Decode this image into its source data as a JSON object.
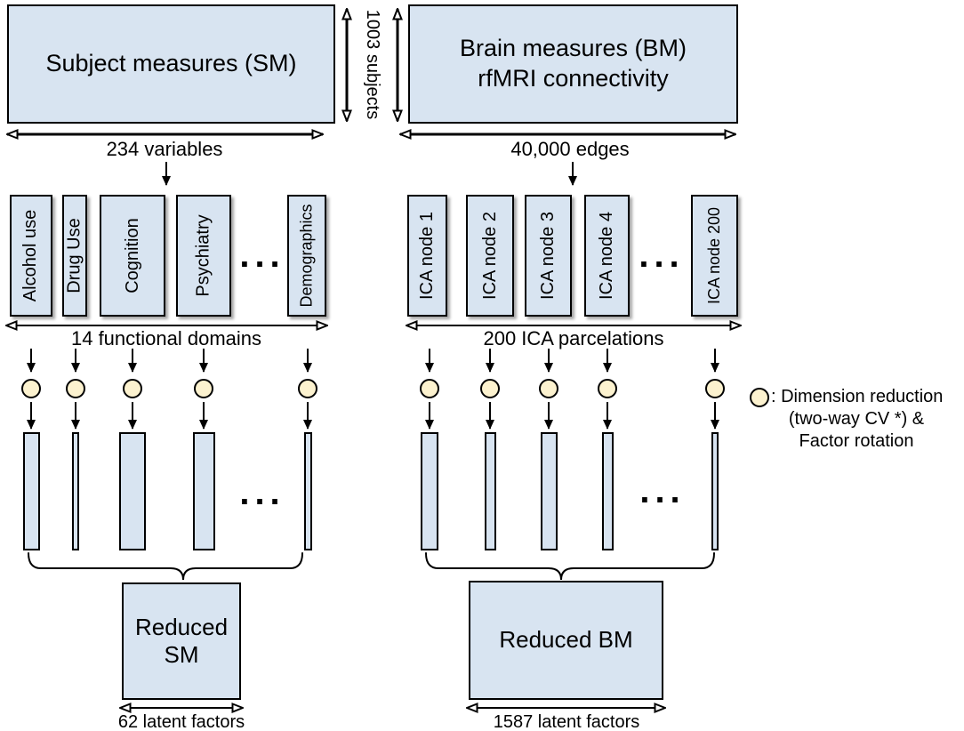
{
  "figure": {
    "background": "#ffffff",
    "box_fill": "#d8e4f1",
    "circle_fill": "#fcf2cf",
    "line_color": "#000000"
  },
  "sm": {
    "title": "Subject measures (SM)",
    "rows_label": "1003 subjects",
    "cols_label": "234 variables",
    "domains": [
      "Alcohol use",
      "Drug Use",
      "Cognition",
      "Psychiatry",
      "Demographics"
    ],
    "domains_ellipsis": "...",
    "domains_label": "14 functional domains",
    "bars_ellipsis": "...",
    "reduced_line1": "Reduced",
    "reduced_line2": "SM",
    "latent_label": "62 latent factors"
  },
  "bm": {
    "title_line1": "Brain measures (BM)",
    "title_line2": "rfMRI connectivity",
    "cols_label": "40,000 edges",
    "nodes": [
      "ICA node 1",
      "ICA node 2",
      "ICA node 3",
      "ICA node 4",
      "ICA node 200"
    ],
    "nodes_ellipsis": "...",
    "nodes_label": "200 ICA parcelations",
    "bars_ellipsis": "...",
    "reduced_title": "Reduced BM",
    "latent_label": "1587 latent factors"
  },
  "legend": {
    "line1": ": Dimension reduction",
    "line2": "(two-way CV *) &",
    "line3": "Factor rotation"
  }
}
